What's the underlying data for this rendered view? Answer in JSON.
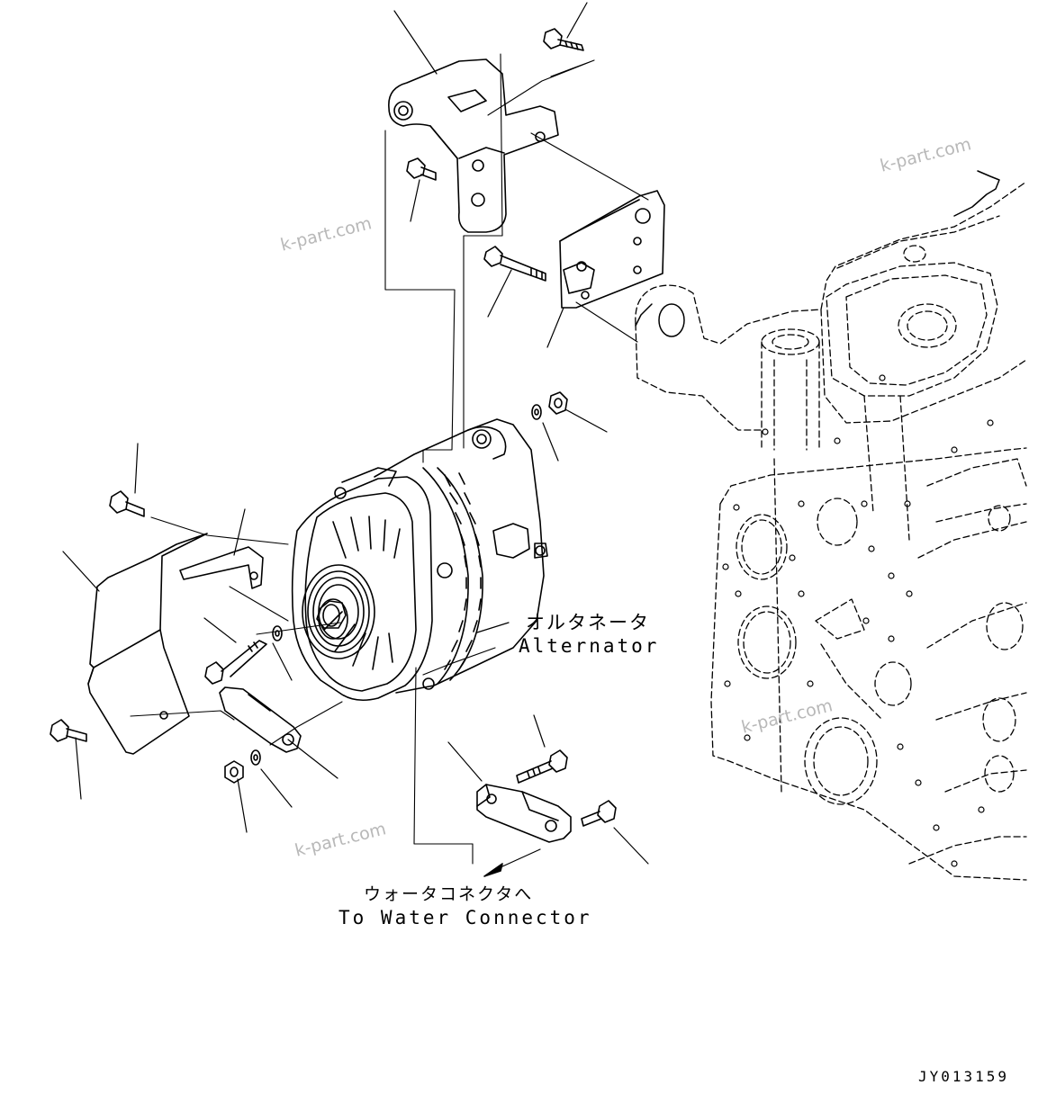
{
  "labels": {
    "alternator_jp": "オルタネータ",
    "alternator_en": "Alternator",
    "water_connector_jp": "ウォータコネクタへ",
    "water_connector_en": "To Water Connector"
  },
  "drawing_number": "JY013159",
  "watermark": "k-part.com",
  "colors": {
    "line": "#000000",
    "background": "#ffffff",
    "watermark": "#b8b8b8"
  }
}
